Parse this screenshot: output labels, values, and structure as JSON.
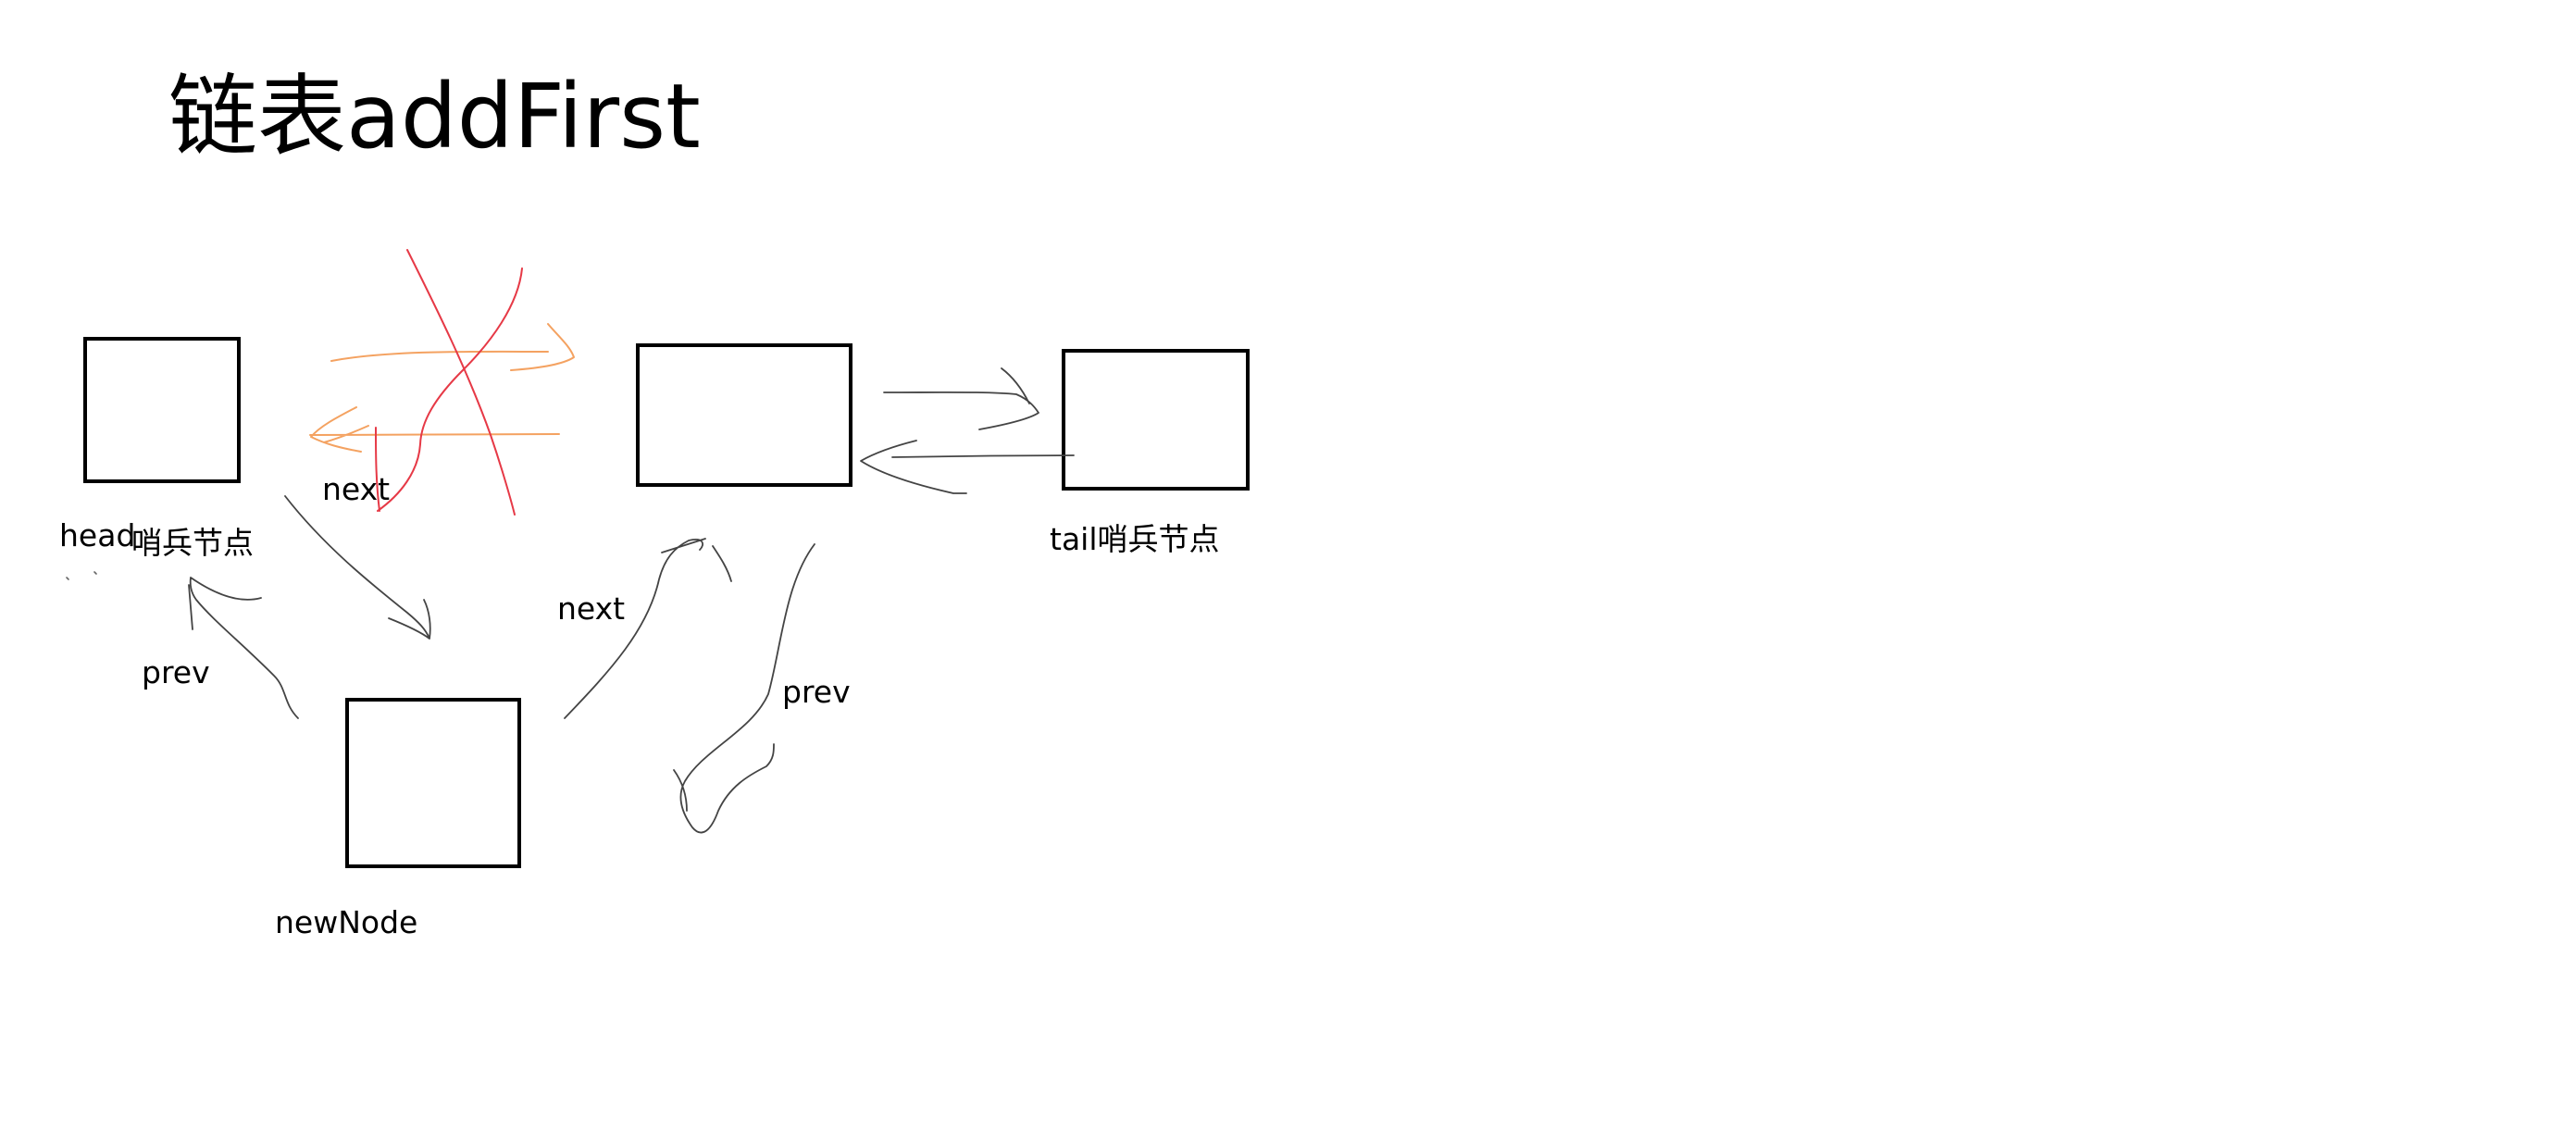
{
  "title": "链表addFirst",
  "nodes": {
    "head_label_part1": "head",
    "head_label_part2": "哨兵节点",
    "tail_label": "tail哨兵节点",
    "new_node_label": "newNode"
  },
  "links": {
    "old_next": "next",
    "new_next_in": "next",
    "new_prev_out": "prev",
    "new_prev_in": "prev"
  },
  "colors": {
    "box_stroke": "#000000",
    "pen": "#444444",
    "crossed_arrow": "#f4a261",
    "cross_mark": "#e63946"
  }
}
